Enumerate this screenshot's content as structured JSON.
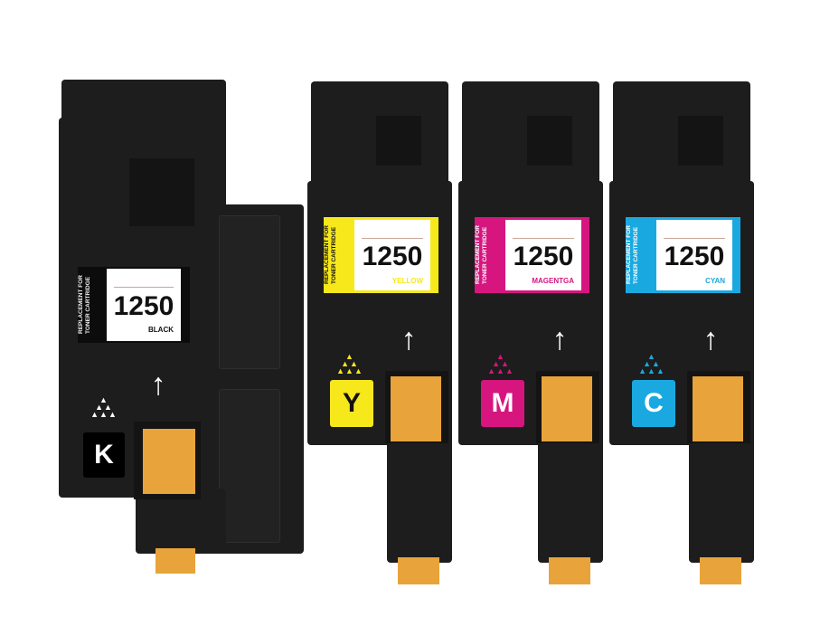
{
  "product": {
    "cartridges": [
      {
        "id": "black",
        "replacement_text_1": "REPLACEMENT FOR",
        "replacement_text_2": "TONER CARTRIDGE",
        "model": "1250",
        "color_name": "BLACK",
        "letter": "K",
        "color": "#000000"
      },
      {
        "id": "yellow",
        "replacement_text_1": "REPLACEMENT FOR",
        "replacement_text_2": "TONER CARTRIDGE",
        "model": "1250",
        "color_name": "YELLOW",
        "letter": "Y",
        "color": "#f7e81c"
      },
      {
        "id": "magenta",
        "replacement_text_1": "REPLACEMENT FOR",
        "replacement_text_2": "TONER CARTRIDGE",
        "model": "1250",
        "color_name": "MAGENTGA",
        "letter": "M",
        "color": "#d6157f"
      },
      {
        "id": "cyan",
        "replacement_text_1": "REPLACEMENT FOR",
        "replacement_text_2": "TONER CARTRIDGE",
        "model": "1250",
        "color_name": "CYAN",
        "letter": "C",
        "color": "#19a9e0"
      }
    ],
    "arrow_glyph": "↑",
    "dots_glyph": "▲"
  }
}
